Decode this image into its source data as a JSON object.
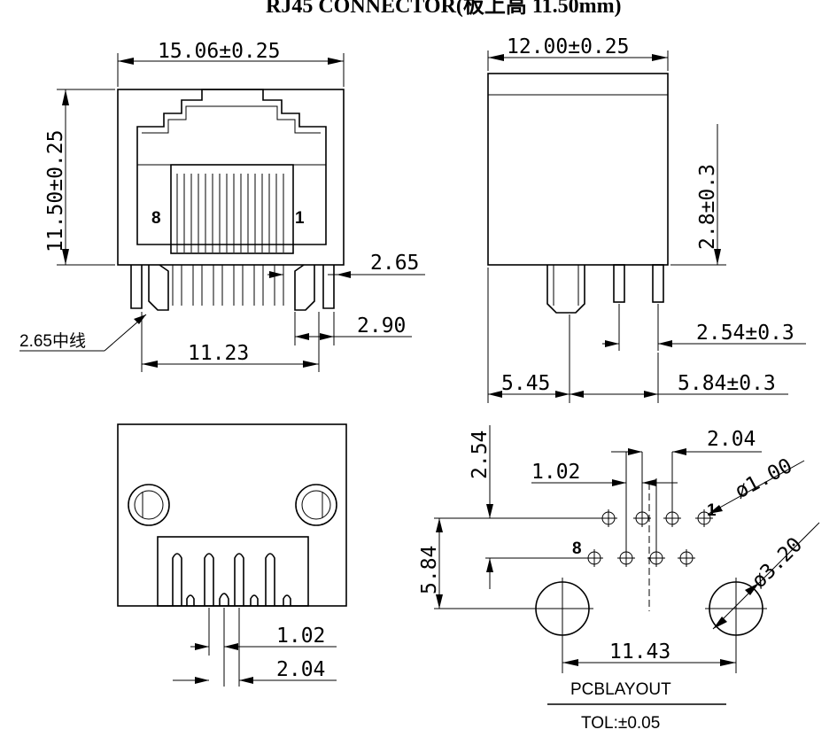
{
  "title": "RJ45 CONNECTOR(板上高 11.50mm)",
  "front_view": {
    "width_dim": "15.06±0.25",
    "height_dim": "11.50±0.25",
    "pin_left": "8",
    "pin_right": "1",
    "pitch_dim": "2.65",
    "pitch_center": "2.65中线",
    "leg_dim": "2.90",
    "span_dim": "11.23"
  },
  "side_view": {
    "width_dim": "12.00±0.25",
    "height_dim": "2.8±0.3",
    "pin_pitch": "2.54±0.3",
    "left_offset": "5.45",
    "right_offset": "5.84±0.3"
  },
  "bottom_view": {
    "pitch_small": "1.02",
    "pitch_large": "2.04"
  },
  "pcb_layout": {
    "row_offset": "2.54",
    "pitch_large": "2.04",
    "pitch_small": "1.02",
    "hole_small": "ø1.00",
    "hole_large": "ø3.20",
    "pin_1": "1",
    "pin_8": "8",
    "row_depth": "5.84",
    "post_span": "11.43",
    "caption": "PCBLAYOUT",
    "tolerance": "TOL:±0.05"
  }
}
